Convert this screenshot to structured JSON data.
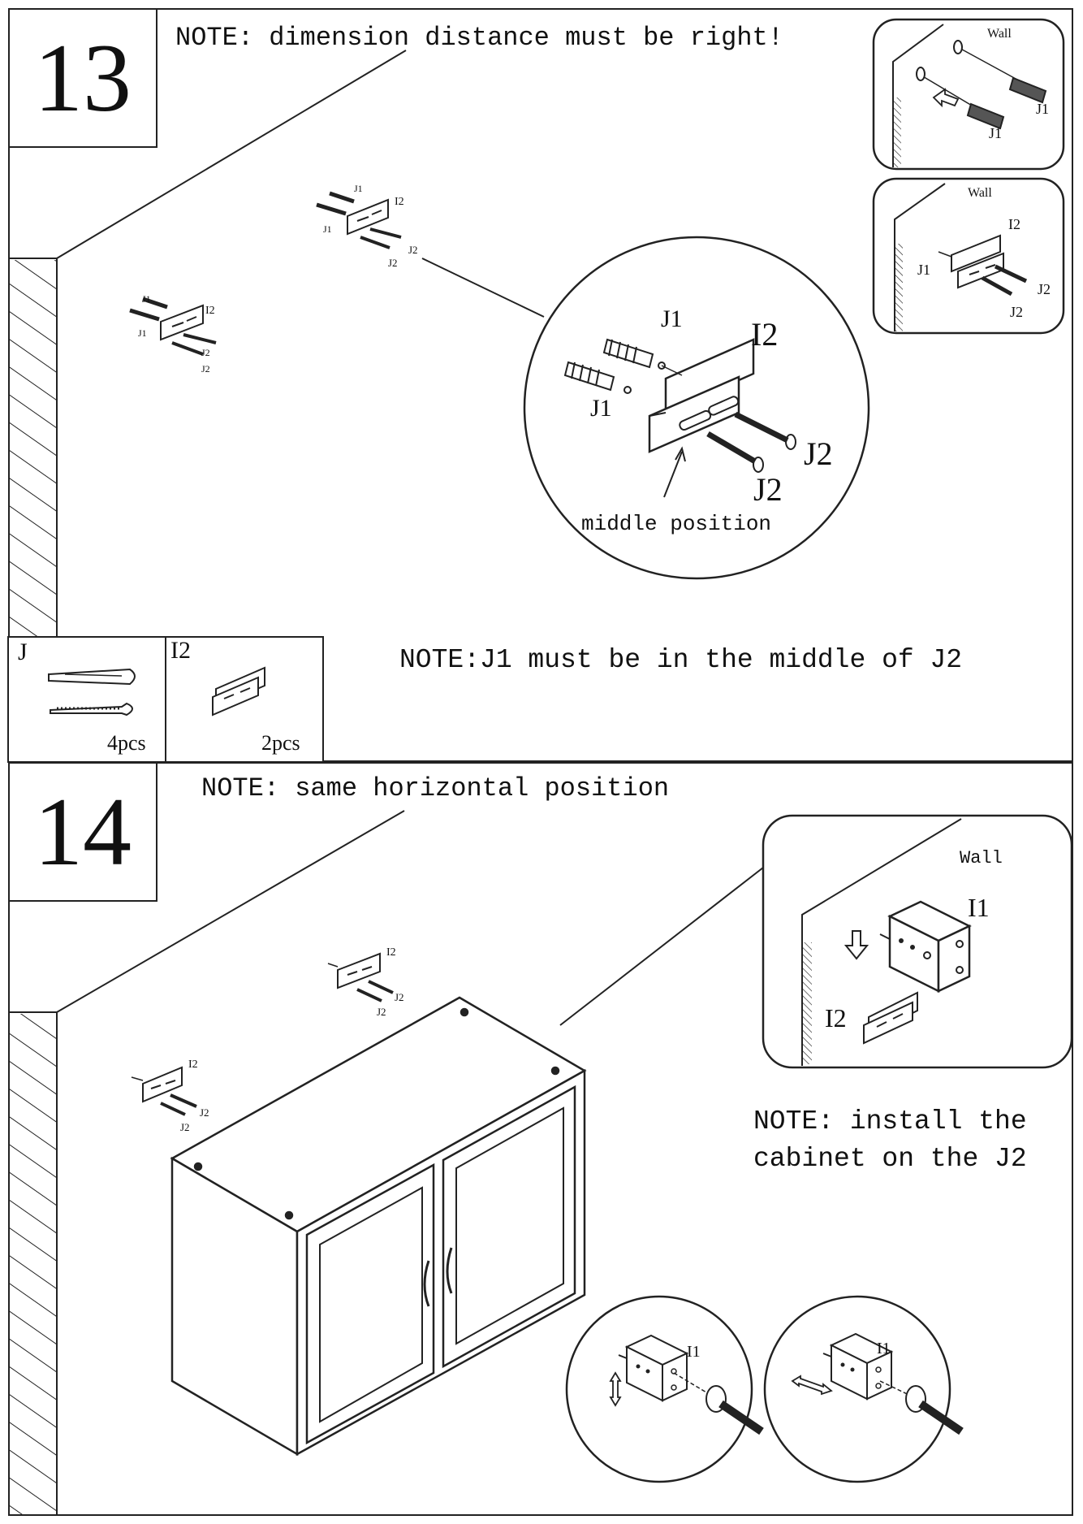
{
  "step13": {
    "number": "13",
    "note_top": "NOTE: dimension distance must be right!",
    "note_bottom": "NOTE:J1 must be in the middle of J2",
    "detail_label": "middle position",
    "inset_wall_label": "Wall",
    "labels": {
      "j1": "J1",
      "i2": "I2",
      "j2": "J2"
    },
    "parts": [
      {
        "name": "J",
        "qty": "4pcs"
      },
      {
        "name": "I2",
        "qty": "2pcs"
      }
    ]
  },
  "step14": {
    "number": "14",
    "note_top": "NOTE: same horizontal position",
    "note_right_1": "NOTE: install the",
    "note_right_2": "cabinet on the J2",
    "inset_wall_label": "Wall",
    "labels": {
      "i1": "I1",
      "i2": "I2",
      "j2": "J2"
    }
  }
}
